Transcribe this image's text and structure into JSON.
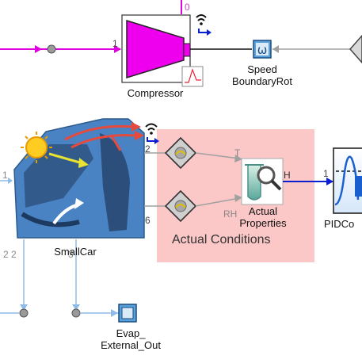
{
  "blocks": {
    "compressor": {
      "label": "Compressor",
      "port_in": "1",
      "port_top": "0"
    },
    "speed_boundary": {
      "label_line1": "Speed",
      "label_line2": "BoundaryRot",
      "symbol": "ω"
    },
    "small_car": {
      "label": "SmallCar",
      "port_left": "1",
      "port_top_right": "2",
      "port_mid_right": "6",
      "port_bottom_left": "2 2",
      "port_bottom_mid": "3"
    },
    "actual_conditions": {
      "label": "Actual Conditions",
      "fill": "#fbc7c7"
    },
    "actual_properties": {
      "label_line1": "Actual",
      "label_line2": "Properties",
      "in_top": "T",
      "in_bottom": "RH",
      "out": "H"
    },
    "pid": {
      "label": "PIDCo",
      "port_in": "1"
    },
    "evap_external_out": {
      "label_line1": "Evap_",
      "label_line2": "External_Out"
    }
  },
  "colors": {
    "pink_wire": "#e000e0",
    "blue_wire": "#0b1fd1",
    "light_blue_wire": "#8fbbe6",
    "grey_wire": "#a0a0a0",
    "black_wire": "#111111"
  },
  "icons": [
    "wifi-signal-icon",
    "blue-arrow-icon",
    "sun-icon",
    "heat-arrows-icon",
    "sensor-diamond-icon",
    "magnifier-icon",
    "omega-icon"
  ]
}
